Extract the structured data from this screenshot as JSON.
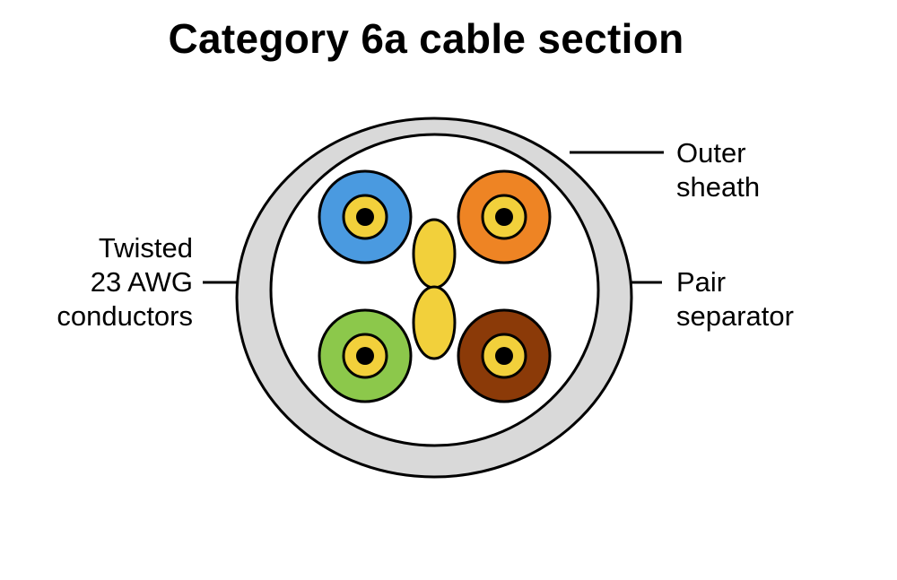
{
  "title": "Category 6a cable section",
  "labels": {
    "conductors": [
      "Twisted",
      "23 AWG",
      "conductors"
    ],
    "outer_sheath": [
      "Outer",
      "sheath"
    ],
    "pair_separator": [
      "Pair",
      "separator"
    ]
  },
  "colors": {
    "sheath": "#D9D9D9",
    "interior": "#FFFFFF",
    "stroke": "#000000",
    "separator": "#F2D03B",
    "insulation_ring": "#F2D03B",
    "core": "#000000"
  },
  "conductors": [
    {
      "name": "blue-pair",
      "color": "#4A9AE0"
    },
    {
      "name": "orange-pair",
      "color": "#EE8424"
    },
    {
      "name": "green-pair",
      "color": "#8CC84B"
    },
    {
      "name": "brown-pair",
      "color": "#8B3A08"
    }
  ]
}
